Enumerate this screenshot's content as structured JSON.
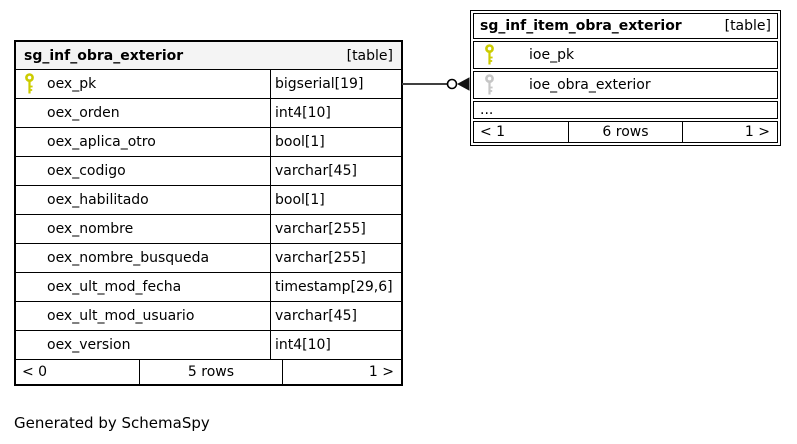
{
  "diagram": {
    "generator_note": "Generated by SchemaSpy",
    "colors": {
      "primary_key": "#cccc00",
      "foreign_key": "#c6c6c6",
      "header_bg": "#f4f4f4",
      "border": "#000000",
      "connector": "#404040"
    },
    "tables": [
      {
        "title": "sg_inf_obra_exterior",
        "badge": "[table]",
        "columns": [
          {
            "name": "oex_pk",
            "type": "bigserial[19]",
            "key": "primary"
          },
          {
            "name": "oex_orden",
            "type": "int4[10]"
          },
          {
            "name": "oex_aplica_otro",
            "type": "bool[1]"
          },
          {
            "name": "oex_codigo",
            "type": "varchar[45]"
          },
          {
            "name": "oex_habilitado",
            "type": "bool[1]"
          },
          {
            "name": "oex_nombre",
            "type": "varchar[255]"
          },
          {
            "name": "oex_nombre_busqueda",
            "type": "varchar[255]"
          },
          {
            "name": "oex_ult_mod_fecha",
            "type": "timestamp[29,6]"
          },
          {
            "name": "oex_ult_mod_usuario",
            "type": "varchar[45]"
          },
          {
            "name": "oex_version",
            "type": "int4[10]"
          }
        ],
        "footer": {
          "left": "< 0",
          "center": "5 rows",
          "right": "1 >"
        }
      },
      {
        "title": "sg_inf_item_obra_exterior",
        "badge": "[table]",
        "columns": [
          {
            "name": "ioe_pk",
            "key": "primary"
          },
          {
            "name": "ioe_obra_exterior",
            "key": "foreign"
          }
        ],
        "ellipsis": "...",
        "footer": {
          "left": "< 1",
          "center": "6 rows",
          "right": "1 >"
        }
      }
    ],
    "relation": {
      "from_table": "sg_inf_obra_exterior",
      "from_column": "oex_pk",
      "to_table": "sg_inf_item_obra_exterior",
      "to_column": "ioe_obra_exterior"
    }
  }
}
